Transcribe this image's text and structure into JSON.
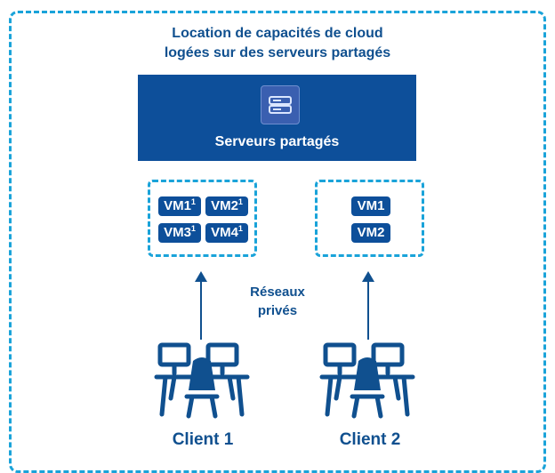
{
  "title": {
    "line1": "Location de capacités de cloud",
    "line2": "logées sur des serveurs partagés"
  },
  "server": {
    "label": "Serveurs partagés",
    "icon": "server-icon"
  },
  "group1": {
    "vms": [
      {
        "name": "VM1",
        "sup": "1"
      },
      {
        "name": "VM2",
        "sup": "1"
      },
      {
        "name": "VM3",
        "sup": "1"
      },
      {
        "name": "VM4",
        "sup": "1"
      }
    ]
  },
  "group2": {
    "vms": [
      {
        "name": "VM1"
      },
      {
        "name": "VM2"
      }
    ]
  },
  "network": {
    "line1": "Réseaux",
    "line2": "privés"
  },
  "clients": [
    {
      "label": "Client 1",
      "icon": "workstation-icon"
    },
    {
      "label": "Client 2",
      "icon": "workstation-icon"
    }
  ],
  "colors": {
    "primary": "#0d4f9a",
    "text": "#10508f",
    "dashed_border": "#1aa3d9"
  }
}
